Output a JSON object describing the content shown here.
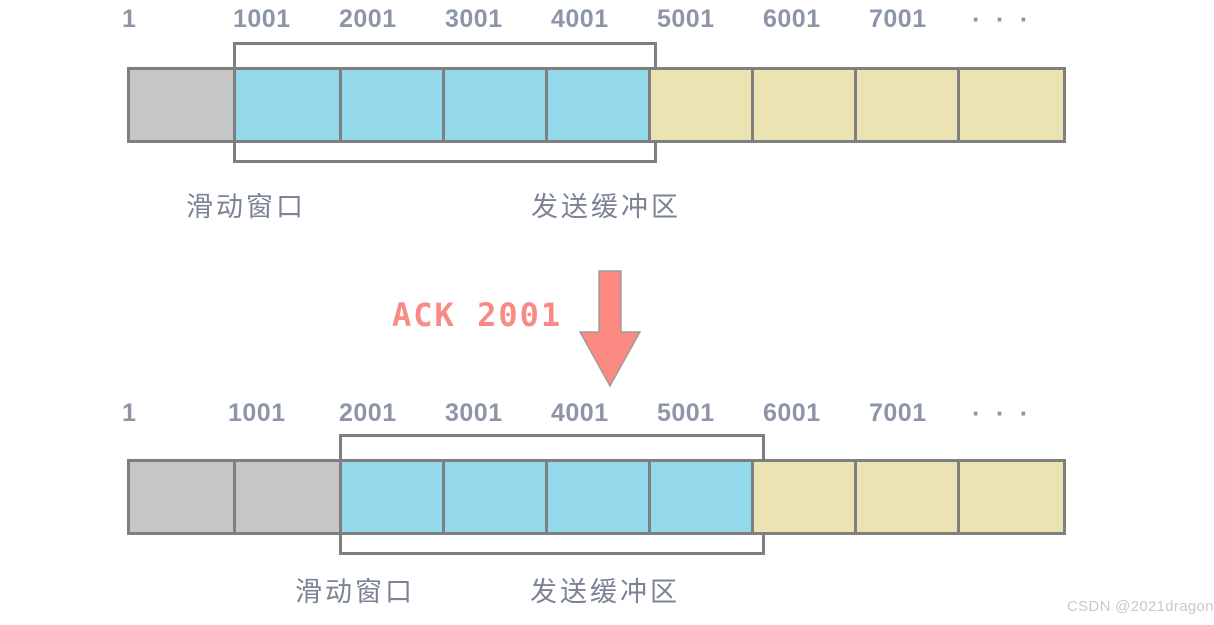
{
  "diagram": {
    "title": "TCP sliding window before and after ACK 2001",
    "colors": {
      "sent_acked": "#c6c6c6",
      "window": "#94d9ea",
      "unsent": "#ece3b2",
      "border": "#7f7f7f",
      "tick_text": "#8d96a8",
      "caption_text": "#7b8394",
      "ack_text": "#fa8b84",
      "arrow_fill": "#f98981",
      "watermark": "#c9c9c9"
    },
    "row_top": {
      "ticks": [
        "1",
        "1001",
        "2001",
        "3001",
        "4001",
        "5001",
        "6001",
        "7001"
      ],
      "ellipsis": "· · ·",
      "segments": [
        {
          "start": "1",
          "state": "acked"
        },
        {
          "start": "1001",
          "state": "window"
        },
        {
          "start": "2001",
          "state": "window"
        },
        {
          "start": "3001",
          "state": "window"
        },
        {
          "start": "4001",
          "state": "window"
        },
        {
          "start": "5001",
          "state": "unsent"
        },
        {
          "start": "6001",
          "state": "unsent"
        },
        {
          "start": "7001",
          "state": "unsent"
        },
        {
          "start": "8001",
          "state": "unsent"
        }
      ],
      "window_range": {
        "from": "1001",
        "to": "5001"
      },
      "caption_window": "滑动窗口",
      "caption_buffer": "发送缓冲区"
    },
    "transition": {
      "ack_label": "ACK  2001",
      "arrow_direction": "down"
    },
    "row_bottom": {
      "ticks": [
        "1",
        "1001",
        "2001",
        "3001",
        "4001",
        "5001",
        "6001",
        "7001"
      ],
      "ellipsis": "· · ·",
      "segments": [
        {
          "start": "1",
          "state": "acked"
        },
        {
          "start": "1001",
          "state": "acked"
        },
        {
          "start": "2001",
          "state": "window"
        },
        {
          "start": "3001",
          "state": "window"
        },
        {
          "start": "4001",
          "state": "window"
        },
        {
          "start": "5001",
          "state": "window"
        },
        {
          "start": "6001",
          "state": "unsent"
        },
        {
          "start": "7001",
          "state": "unsent"
        },
        {
          "start": "8001",
          "state": "unsent"
        }
      ],
      "window_range": {
        "from": "2001",
        "to": "6001"
      },
      "caption_window": "滑动窗口",
      "caption_buffer": "发送缓冲区"
    },
    "watermark": "CSDN @2021dragon"
  }
}
